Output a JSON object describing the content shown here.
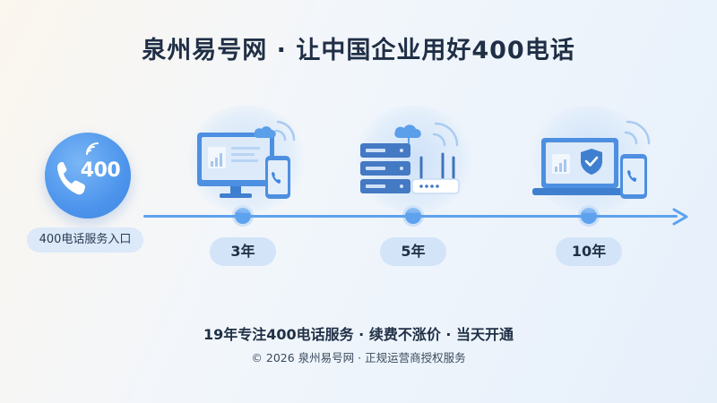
{
  "title": "泉州易号网 · 让中国企业用好400电话",
  "entry": {
    "number": "400",
    "label": "400电话服务入口",
    "icons": [
      "phone-icon",
      "signal-icon"
    ]
  },
  "timeline": {
    "milestones": [
      {
        "label": "3年",
        "illustration": "monitor-phone-cloud"
      },
      {
        "label": "5年",
        "illustration": "server-router-cloud"
      },
      {
        "label": "10年",
        "illustration": "laptop-shield-phone"
      }
    ]
  },
  "footer": {
    "tagline": "19年专注400电话服务 · 续费不涨价 · 当天开通",
    "copyright": "© 2026 泉州易号网 · 正规运营商授权服务"
  },
  "colors": {
    "accent": "#5ea2ee",
    "accent_dark": "#3f86e0",
    "title_text": "#1f2f45",
    "pill_bg": "#d3e4f8"
  }
}
